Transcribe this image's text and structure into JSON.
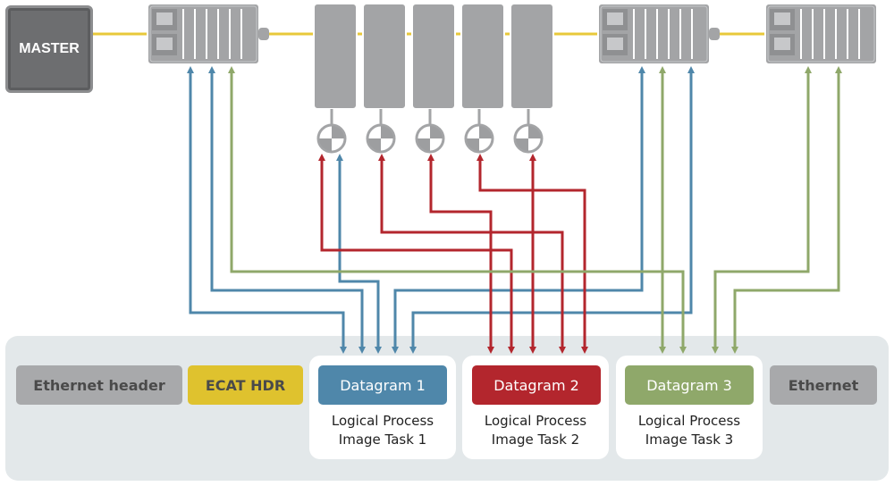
{
  "master": {
    "label": "MASTER"
  },
  "frame": {
    "ethernet_header": "Ethernet header",
    "ecat_hdr": "ECAT HDR",
    "datagrams": [
      {
        "label": "Datagram 1",
        "task_line1": "Logical Process",
        "task_line2": "Image Task 1"
      },
      {
        "label": "Datagram 2",
        "task_line1": "Logical Process",
        "task_line2": "Image Task 2"
      },
      {
        "label": "Datagram 3",
        "task_line1": "Logical Process",
        "task_line2": "Image Task 3"
      }
    ],
    "ethernet_trailer": "Ethernet"
  },
  "colors": {
    "bus_line": "#e8c83a",
    "task1": "#4f87aa",
    "task2": "#b3262d",
    "task3": "#8fa86a",
    "ecat_hdr": "#dfc22e",
    "header_gray": "#a8a9ab",
    "frame_bg": "#e3e8ea",
    "device_gray": "#a3a4a6"
  }
}
